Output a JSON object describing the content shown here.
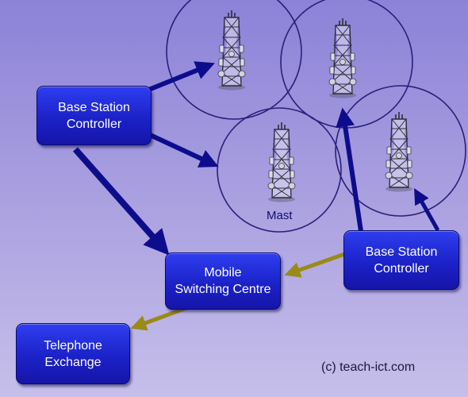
{
  "nodes": {
    "bsc_left": {
      "line1": "Base Station",
      "line2": "Controller"
    },
    "bsc_right": {
      "line1": "Base Station",
      "line2": "Controller"
    },
    "msc": {
      "line1": "Mobile",
      "line2": "Switching Centre"
    },
    "exchange": {
      "line1": "Telephone",
      "line2": "Exchange"
    }
  },
  "labels": {
    "mast": "Mast",
    "credit": "(c) teach-ict.com"
  },
  "colors": {
    "background_top": "#8c82d8",
    "background_bottom": "#c6bfea",
    "box_fill": "#2230d8",
    "cell_circle": "#2a1f7a",
    "arrow_blue": "#0d0d8c",
    "arrow_gold": "#9a8a18"
  },
  "icons": [
    "tower-icon"
  ]
}
